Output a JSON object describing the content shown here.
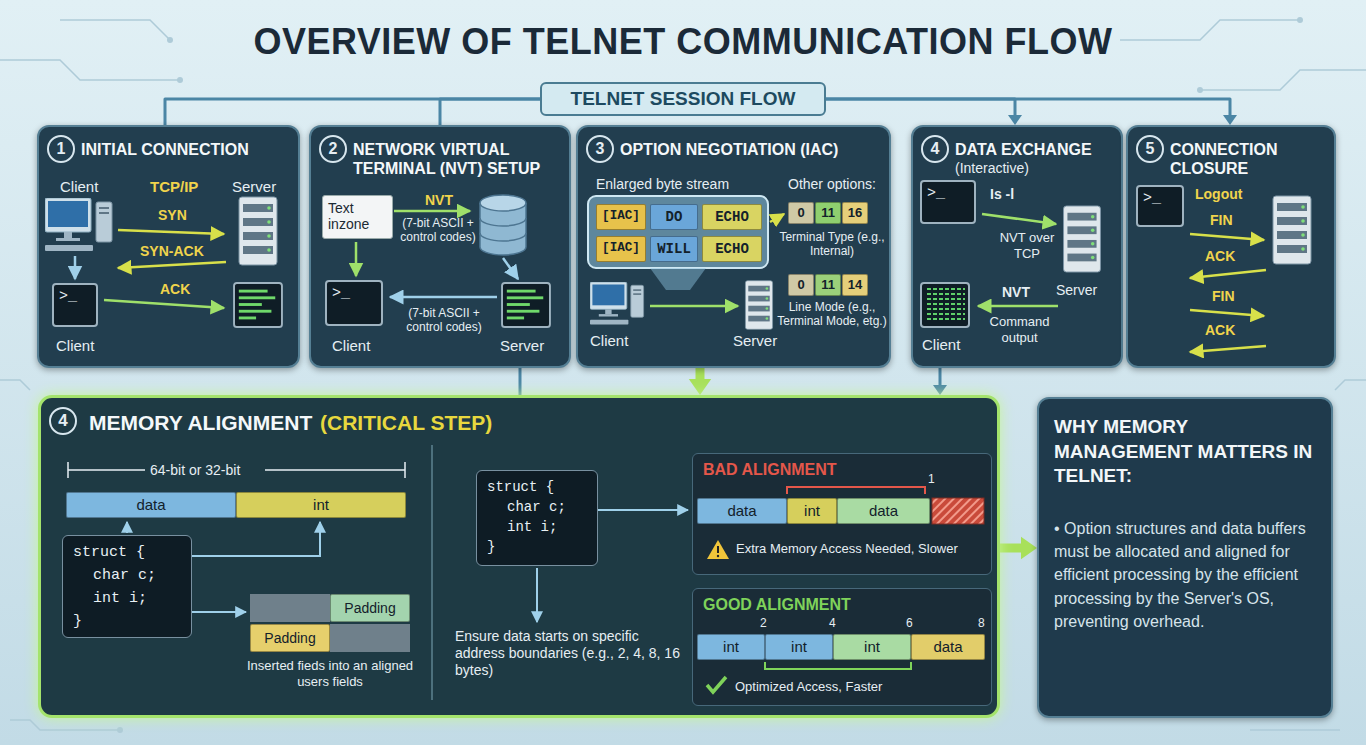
{
  "diagram": {
    "title": "OVERVIEW OF TELNET COMMUNICATION FLOW",
    "nodes": [
      {
        "text": [
          "TELNET SESSION FLOW"
        ]
      },
      {
        "text": [
          "1",
          "INITIAL CONNECTION"
        ]
      },
      {
        "text": [
          "2",
          "NETWORK VIRTUAL TERMINAL (NVT) SETUP"
        ]
      },
      {
        "text": [
          "3",
          "OPTION NEGOTIATION (IAC)"
        ]
      },
      {
        "text": [
          "4",
          "DATA EXCHANGE",
          "(Interactive)"
        ]
      },
      {
        "text": [
          "5",
          "CONNECTION CLOSURE"
        ]
      },
      {
        "text": [
          "4",
          "MEMORY ALIGNMENT",
          "(CRITICAL STEP)"
        ]
      },
      {
        "text": [
          "WHY MEMORY MANAGEMENT MATTERS IN TELNET:",
          "• Option structures and data buffers must be allocated and aligned for efficient processing by the efficient processing by the Server's OS, preventing overhead."
        ]
      },
      {
        "text": [
          ">_"
        ],
        "in": 1
      },
      {
        "text": [
          "Text inzone"
        ],
        "in": 2
      },
      {
        "text": [
          ">_"
        ],
        "in": 2
      },
      {
        "text": [
          "[IAC]"
        ],
        "in": 3
      },
      {
        "text": [
          "DO"
        ],
        "in": 3
      },
      {
        "text": [
          "ECHO"
        ],
        "in": 3
      },
      {
        "text": [
          "[IAC]"
        ],
        "in": 3
      },
      {
        "text": [
          "WILL"
        ],
        "in": 3
      },
      {
        "text": [
          "ECHO"
        ],
        "in": 3
      },
      {
        "text": [
          "0"
        ],
        "in": 3
      },
      {
        "text": [
          "11"
        ],
        "in": 3
      },
      {
        "text": [
          "16"
        ],
        "in": 3
      },
      {
        "text": [
          "0"
        ],
        "in": 3
      },
      {
        "text": [
          "11"
        ],
        "in": 3
      },
      {
        "text": [
          "14"
        ],
        "in": 3
      },
      {
        "text": [
          ">_"
        ],
        "in": 4
      },
      {
        "text": [
          ">_"
        ],
        "in": 5
      },
      {
        "text": [
          "data"
        ],
        "in": 6
      },
      {
        "text": [
          "int"
        ],
        "in": 6
      },
      {
        "text": [
          "struct {",
          "char c;",
          "int i;",
          "}"
        ],
        "in": 6
      },
      {
        "text": [
          "Padding"
        ],
        "in": 6
      },
      {
        "text": [
          "Padding"
        ],
        "in": 6
      },
      {
        "text": [
          "struct {",
          "char c;",
          "int i;",
          "}"
        ],
        "in": 6
      },
      {
        "text": [
          "BAD ALIGNMENT",
          "Extra Memory Access Needed, Slower"
        ],
        "in": 6
      },
      {
        "text": [
          "data"
        ],
        "in": 31
      },
      {
        "text": [
          "int"
        ],
        "in": 31
      },
      {
        "text": [
          "data"
        ],
        "in": 31
      },
      {
        "text": [
          "GOOD ALIGNMENT",
          "Optimized Access, Faster"
        ],
        "in": 6
      },
      {
        "text": [
          "int"
        ],
        "in": 35
      },
      {
        "text": [
          "int"
        ],
        "in": 35
      },
      {
        "text": [
          "int"
        ],
        "in": 35
      },
      {
        "text": [
          "data"
        ],
        "in": 35
      }
    ],
    "edges": [
      {
        "from": 0,
        "to": 1,
        "arrow": "none"
      },
      {
        "from": 0,
        "to": 2,
        "arrow": "none"
      },
      {
        "from": 0,
        "to": 4,
        "arrow": "to"
      },
      {
        "from": 0,
        "to": 5,
        "arrow": "to"
      },
      {
        "from": 2,
        "to": 6,
        "arrow": "none"
      },
      {
        "from": 3,
        "to": 6,
        "arrow": "to"
      },
      {
        "from": 4,
        "to": 6,
        "arrow": "to"
      },
      {
        "from": 6,
        "to": 7,
        "arrow": "to"
      }
    ],
    "labels": [
      "Client",
      "TCP/IP",
      "Server",
      "SYN",
      "SYN-ACK",
      "ACK",
      "Client",
      "NVT",
      "(7-bit ASCII + control codes)",
      "(7-bit ASCII + control codes)",
      "Client",
      "Server",
      "Enlarged byte stream",
      "Other options:",
      "Terminal Type (e.g., Internal)",
      "Line Mode (e.g., Terminal Mode, etg.)",
      "Client",
      "Server",
      "Is -l",
      "NVT over TCP",
      "Server",
      "NVT",
      "Command output",
      "Client",
      "Logout",
      "FIN",
      "ACK",
      "FIN",
      "ACK",
      "64-bit or 32-bit",
      "Inserted fieds into an aligned users fields",
      "Ensure data starts on specific address boundaries (e.g., 2, 4, 8, 16 bytes)",
      "1",
      "2",
      "4",
      "6",
      "8"
    ]
  }
}
